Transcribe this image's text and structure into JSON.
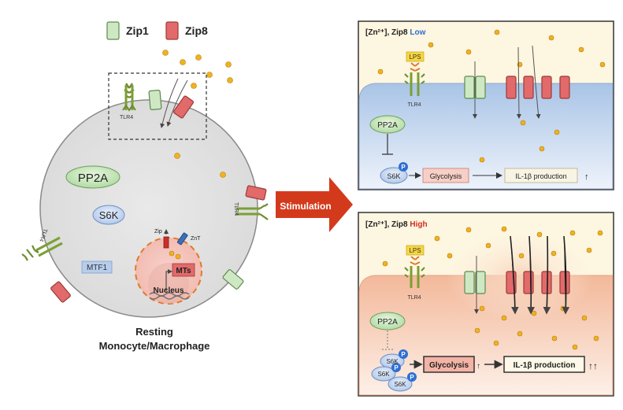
{
  "legend": {
    "zip1": "Zip1",
    "zip8": "Zip8"
  },
  "left_cell": {
    "tlr4_top": "TLR4",
    "tlr4_right": "TLR4",
    "tlr4_left": "TLR4",
    "pp2a": "PP2A",
    "s6k": "S6K",
    "mtf1": "MTF1",
    "zip": "Zip",
    "znt": "ZnT",
    "mts": "MTs",
    "nucleus": "Nucleus",
    "caption_line1": "Resting",
    "caption_line2": "Monocyte/Macrophage"
  },
  "arrow_label": "Stimulation",
  "panel_low": {
    "title_prefix": "[Zn²⁺], Zip8 ",
    "title_state": "Low",
    "lps": "LPS",
    "tlr4": "TLR4",
    "pp2a": "PP2A",
    "s6k": "S6K",
    "p": "P",
    "glycolysis": "Glycolysis",
    "il1b": "IL-1β production",
    "il1b_change": "↑"
  },
  "panel_high": {
    "title_prefix": "[Zn²⁺], Zip8 ",
    "title_state": "High",
    "lps": "LPS",
    "tlr4": "TLR4",
    "pp2a": "PP2A",
    "s6k": "S6K",
    "p": "P",
    "glycolysis": "Glycolysis",
    "glycolysis_change": "↑",
    "il1b": "IL-1β production",
    "il1b_change": "↑↑"
  },
  "colors": {
    "zip1_fill": "#cfe8c4",
    "zip8_fill": "#e26a6a",
    "zinc": "#f0b21e",
    "low_title": "#2f6fd1",
    "high_title": "#d42a1f",
    "stimulation_arrow": "#d33a1c"
  }
}
